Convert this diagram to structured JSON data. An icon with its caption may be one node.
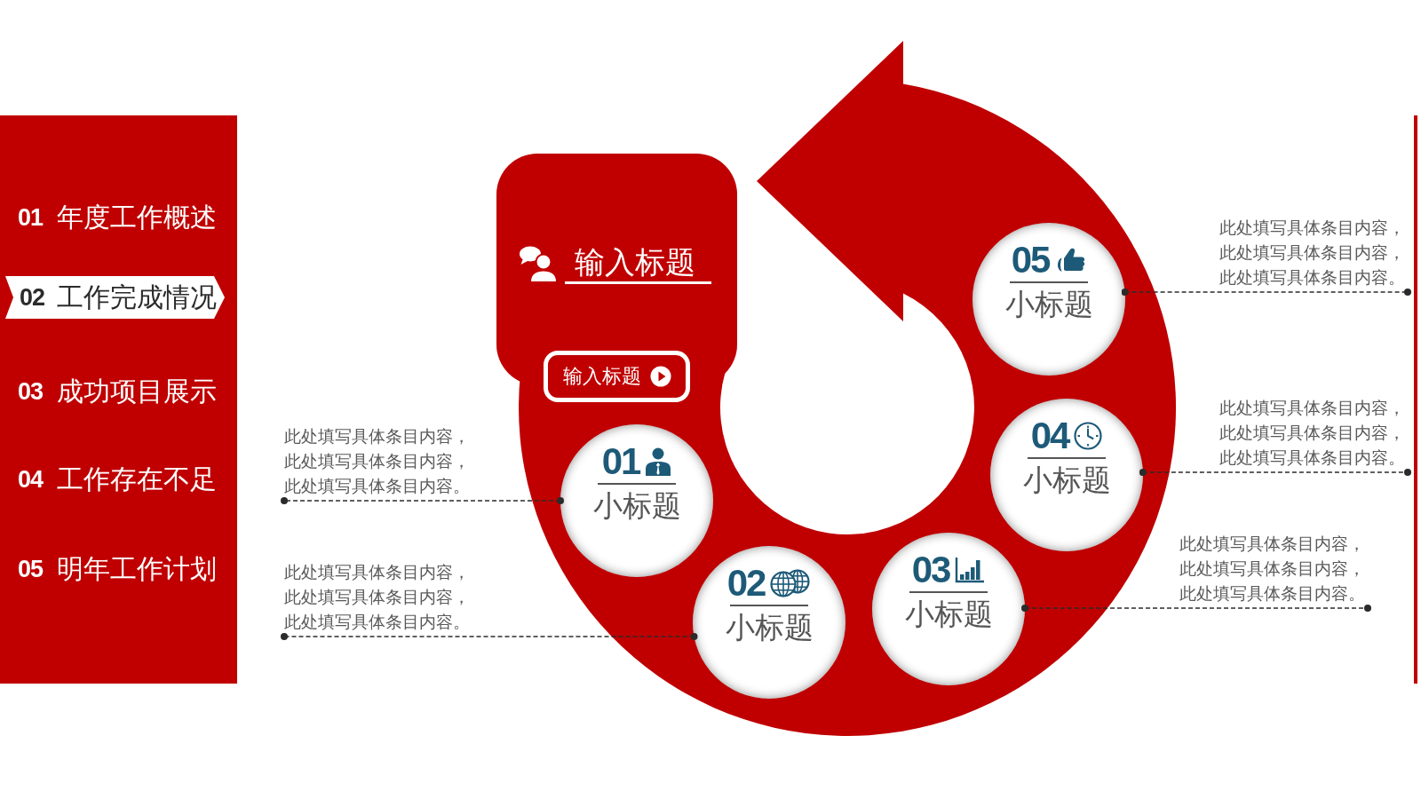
{
  "diagram": {
    "nodes": [
      {
        "text": [
          "01",
          "年度工作概述",
          "03",
          "成功项目展示",
          "04",
          "工作存在不足",
          "05",
          "明年工作计划"
        ]
      },
      {
        "text": [
          "02",
          "工作完成情况"
        ],
        "in": 0
      },
      {
        "text": [
          "输入标题"
        ]
      },
      {
        "text": [
          "输入标题"
        ]
      },
      {
        "text": [
          "01",
          "小标题"
        ]
      },
      {
        "text": [
          "02",
          "小标题"
        ]
      },
      {
        "text": [
          "03",
          "小标题"
        ]
      },
      {
        "text": [
          "04",
          "小标题"
        ]
      },
      {
        "text": [
          "05",
          "小标题"
        ]
      },
      {
        "text": [
          "此处填写具体条目内容，此处填写具体条目内容，此处填写具体条目内容。"
        ]
      },
      {
        "text": [
          "此处填写具体条目内容，此处填写具体条目内容，此处填写具体条目内容。"
        ]
      },
      {
        "text": [
          "此处填写具体条目内容，此处填写具体条目内容，此处填写具体条目内容。"
        ]
      },
      {
        "text": [
          "此处填写具体条目内容，此处填写具体条目内容，此处填写具体条目内容。"
        ]
      },
      {
        "text": [
          "此处填写具体条目内容，此处填写具体条目内容，此处填写具体条目内容。"
        ]
      }
    ],
    "edges": [
      {
        "from": 4,
        "to": 9,
        "arrow": "other",
        "style": "dashed"
      },
      {
        "from": 5,
        "to": 10,
        "arrow": "other",
        "style": "dashed"
      },
      {
        "from": 6,
        "to": 11,
        "arrow": "other",
        "style": "dashed"
      },
      {
        "from": 7,
        "to": 12,
        "arrow": "other",
        "style": "dashed"
      },
      {
        "from": 8,
        "to": 13,
        "arrow": "other",
        "style": "dashed"
      }
    ]
  }
}
